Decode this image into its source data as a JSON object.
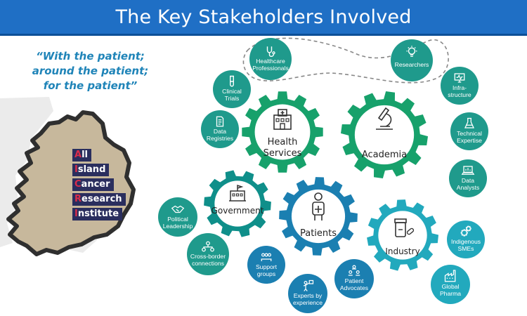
{
  "title": "The Key Stakeholders Involved",
  "quote": [
    "“With the patient;",
    "around the patient;",
    "for the patient”"
  ],
  "logo": [
    {
      "initial": "A",
      "rest": "ll"
    },
    {
      "initial": "I",
      "rest": "sland"
    },
    {
      "initial": "C",
      "rest": "ancer"
    },
    {
      "initial": "R",
      "rest": "esearch"
    },
    {
      "initial": "I",
      "rest": "nstitute"
    }
  ],
  "colors": {
    "title_bar": "#1f6fc5",
    "gear_green": "#17a16b",
    "gear_teal": "#0f8f8a",
    "gear_blue": "#1b7fb1",
    "gear_cyan": "#22a9bd",
    "circle_teal": "#1f9a8c",
    "logo_navy": "#2a2e5e",
    "logo_red": "#d92d4b",
    "map_fill": "#c7b89c"
  },
  "gears": [
    {
      "id": "health",
      "label": [
        "Health",
        "Services"
      ],
      "icon": "hospital-icon",
      "color": "#17a16b"
    },
    {
      "id": "academia",
      "label": [
        "Academia"
      ],
      "icon": "microscope-icon",
      "color": "#17a16b"
    },
    {
      "id": "government",
      "label": [
        "Government"
      ],
      "icon": "government-building-icon",
      "color": "#0f8f8a"
    },
    {
      "id": "patients",
      "label": [
        "Patients"
      ],
      "icon": "patient-icon",
      "color": "#1b7fb1"
    },
    {
      "id": "industry",
      "label": [
        "Industry"
      ],
      "icon": "medicine-bottle-icon",
      "color": "#22a9bd"
    }
  ],
  "satellites": [
    {
      "id": "healthcare-professionals",
      "label": [
        "Healthcare",
        "Professionals"
      ],
      "icon": "stethoscope-icon"
    },
    {
      "id": "researchers",
      "label": [
        "Researchers"
      ],
      "icon": "lightbulb-icon"
    },
    {
      "id": "clinical-trials",
      "label": [
        "Clinical",
        "Trials"
      ],
      "icon": "vial-icon"
    },
    {
      "id": "data-registries",
      "label": [
        "Data",
        "Registries"
      ],
      "icon": "document-icon"
    },
    {
      "id": "infrastructure",
      "label": [
        "Infra-",
        "structure"
      ],
      "icon": "monitor-icon"
    },
    {
      "id": "technical-expertise",
      "label": [
        "Technical",
        "Expertise"
      ],
      "icon": "flask-icon"
    },
    {
      "id": "data-analysts",
      "label": [
        "Data",
        "Analysts"
      ],
      "icon": "laptop-icon"
    },
    {
      "id": "political-leadership",
      "label": [
        "Political",
        "Leadership"
      ],
      "icon": "handshake-icon"
    },
    {
      "id": "cross-border",
      "label": [
        "Cross-border",
        "connections"
      ],
      "icon": "network-icon"
    },
    {
      "id": "support-groups",
      "label": [
        "Support",
        "groups"
      ],
      "icon": "group-icon"
    },
    {
      "id": "experts-by-experience",
      "label": [
        "Experts by",
        "experience"
      ],
      "icon": "presenter-icon"
    },
    {
      "id": "patient-advocates",
      "label": [
        "Patient",
        "Advocates"
      ],
      "icon": "advocates-icon"
    },
    {
      "id": "indigenous-smes",
      "label": [
        "Indigenous",
        "SMEs"
      ],
      "icon": "gears-icon"
    },
    {
      "id": "global-pharma",
      "label": [
        "Global",
        "Pharma"
      ],
      "icon": "factory-icon"
    }
  ]
}
